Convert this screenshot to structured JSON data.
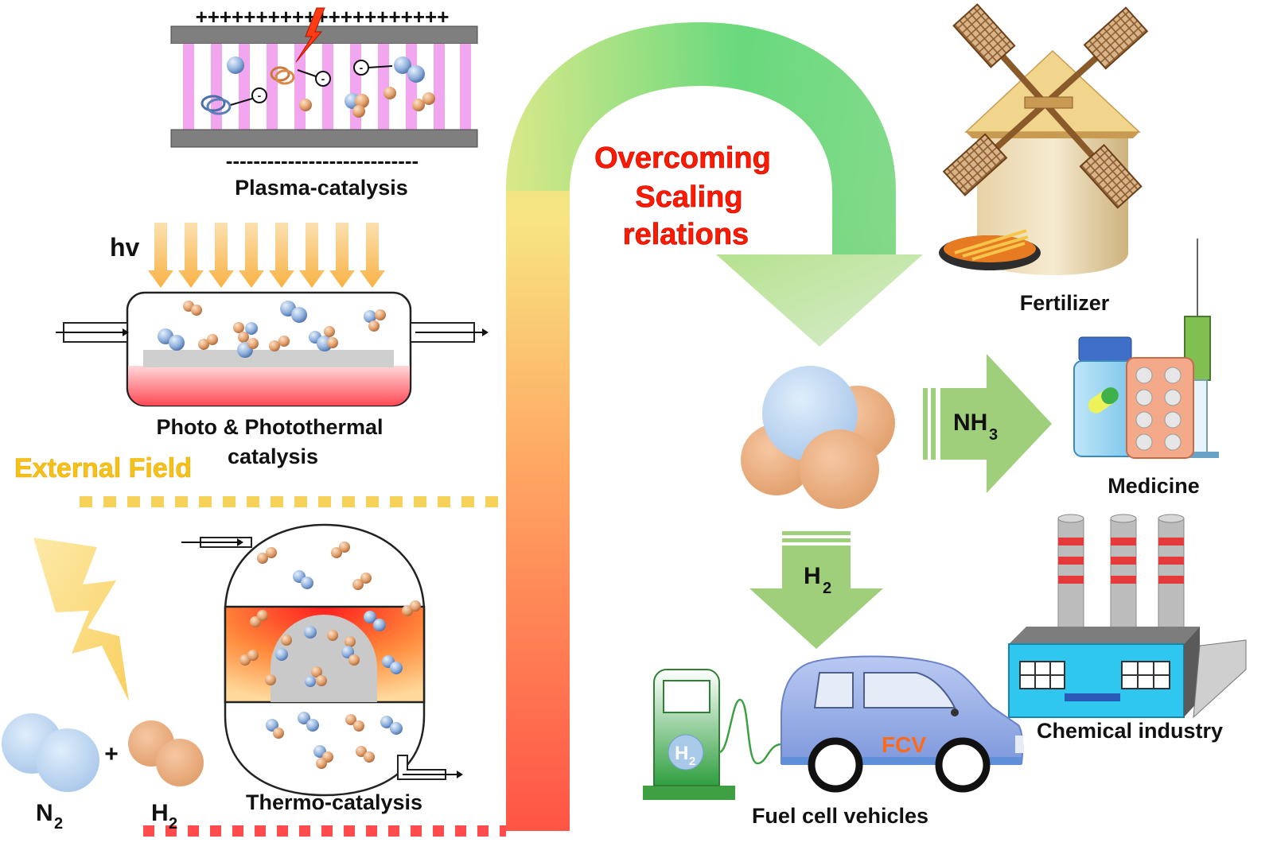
{
  "labels": {
    "plasma": "Plasma-catalysis",
    "photo_line1": "Photo & Photothermal",
    "photo_line2": "catalysis",
    "hv": "hv",
    "external_field": "External Field",
    "thermo": "Thermo-catalysis",
    "n2": "N",
    "n2_sub": "2",
    "h2": "H",
    "h2_sub": "2",
    "plus": "+",
    "overcoming_line1": "Overcoming",
    "overcoming_line2": "Scaling",
    "overcoming_line3": "relations",
    "fertilizer": "Fertilizer",
    "medicine": "Medicine",
    "chemical": "Chemical industry",
    "fuel_cell": "Fuel cell vehicles",
    "nh3": "NH",
    "nh3_sub": "3",
    "h2_arrow": "H",
    "h2_arrow_sub": "2",
    "fcv": "FCV",
    "pump_h2": "H",
    "pump_h2_sub": "2",
    "plasma_plus": "+++++++++++++++++++++",
    "plasma_minus": "----------------------------",
    "minus_sign": "-"
  },
  "colors": {
    "nitrogen_atom": "#a9c7ea",
    "hydrogen_atom": "#e9a676",
    "green_arrow": "#9fcf7a",
    "plasma_stripe": "#f3a6f0",
    "title_red": "#ff1a00",
    "external_yellow": "#f6c21a"
  },
  "icons": {
    "lightning": "lightning-bolt-icon",
    "windmill": "windmill-icon",
    "medicine": "medicine-bottle-icon",
    "factory": "factory-icon",
    "car": "car-icon",
    "pump": "fuel-pump-icon"
  }
}
